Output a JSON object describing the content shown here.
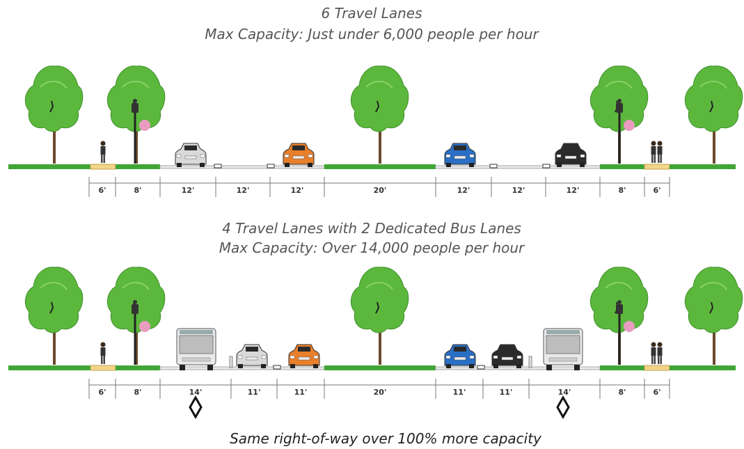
{
  "scenario_1": {
    "title": "6 Travel Lanes",
    "subtitle": "Max Capacity: Just under 6,000 people per hour",
    "dimensions": [
      "6'",
      "8'",
      "12'",
      "12'",
      "12'",
      "20'",
      "12'",
      "12'",
      "12'",
      "8'",
      "6'"
    ]
  },
  "scenario_2": {
    "title": "4 Travel Lanes with 2 Dedicated Bus Lanes",
    "subtitle": "Max Capacity: Over 14,000 people per hour",
    "dimensions": [
      "6'",
      "8'",
      "14'",
      "11'",
      "11'",
      "20'",
      "11'",
      "11'",
      "14'",
      "8'",
      "6'"
    ]
  },
  "caption": "Same right-of-way over 100% more capacity",
  "colors": {
    "grass": "#3fa535",
    "tree": "#5cb83c",
    "road": "#e8e8e8",
    "sidewalk": "#f2d48a",
    "car_white": "#d9d9d9",
    "car_orange": "#e87f2b",
    "car_blue": "#2a6fc4",
    "car_dark": "#2b2b2b"
  },
  "icons": [
    "tree-icon",
    "lamp-post-icon",
    "pedestrian-icon",
    "car-icon",
    "bus-icon",
    "diamond-bus-lane-marker-icon"
  ]
}
